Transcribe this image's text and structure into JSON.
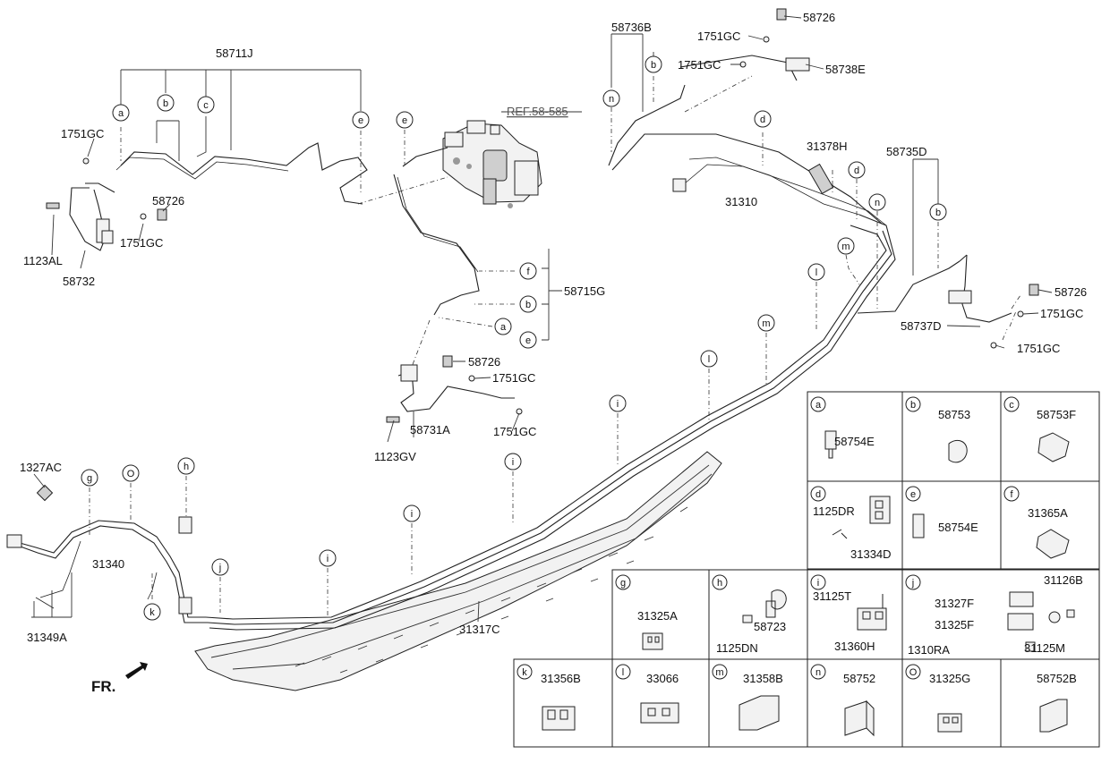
{
  "labels": {
    "p58711J": "58711J",
    "p1751GC_a": "1751GC",
    "p58726_a": "58726",
    "p1751GC_b": "1751GC",
    "p1123AL": "1123AL",
    "p58732": "58732",
    "ref": "REF.58-585",
    "p58715G": "58715G",
    "p58726_b": "58726",
    "p1751GC_c": "1751GC",
    "p1751GC_d": "1751GC",
    "p58731A": "58731A",
    "p1123GV": "1123GV",
    "p58736B": "58736B",
    "p1751GC_e": "1751GC",
    "p58726_c": "58726",
    "p1751GC_f": "1751GC",
    "p58738E": "58738E",
    "p31378H": "31378H",
    "p31310": "31310",
    "p58735D": "58735D",
    "p58726_d": "58726",
    "p1751GC_g": "1751GC",
    "p58737D": "58737D",
    "p1751GC_h": "1751GC",
    "p1327AC": "1327AC",
    "p31340": "31340",
    "p31349A": "31349A",
    "p31317C": "31317C",
    "fr": "FR."
  },
  "callouts": {
    "a": "a",
    "b": "b",
    "c": "c",
    "d": "d",
    "e": "e",
    "f": "f",
    "g": "g",
    "h": "h",
    "i": "i",
    "j": "j",
    "k": "k",
    "l": "l",
    "m": "m",
    "n": "n",
    "o": "O"
  },
  "legend": {
    "cells": [
      {
        "letter": "a",
        "parts": [
          "58754E"
        ]
      },
      {
        "letter": "b",
        "parts": [
          "58753"
        ]
      },
      {
        "letter": "c",
        "parts": [
          "58753F"
        ]
      },
      {
        "letter": "d",
        "parts": [
          "1125DR",
          "31334D"
        ]
      },
      {
        "letter": "e",
        "parts": [
          "58754E"
        ]
      },
      {
        "letter": "f",
        "parts": [
          "31365A"
        ]
      },
      {
        "letter": "g",
        "parts": [
          "31325A"
        ]
      },
      {
        "letter": "h",
        "parts": [
          "58723",
          "1125DN"
        ]
      },
      {
        "letter": "i",
        "parts": [
          "31125T",
          "31360H"
        ]
      },
      {
        "letter": "j",
        "parts": [
          "31327F",
          "31126B",
          "31325F",
          "1310RA",
          "31125M"
        ]
      },
      {
        "letter": "k",
        "parts": [
          "31356B"
        ]
      },
      {
        "letter": "l",
        "parts": [
          "33066"
        ]
      },
      {
        "letter": "m",
        "parts": [
          "31358B"
        ]
      },
      {
        "letter": "n",
        "parts": [
          "58752"
        ]
      },
      {
        "letter": "O",
        "parts": [
          "31325G"
        ]
      },
      {
        "letter": "",
        "parts": [
          "58752B"
        ]
      }
    ]
  }
}
